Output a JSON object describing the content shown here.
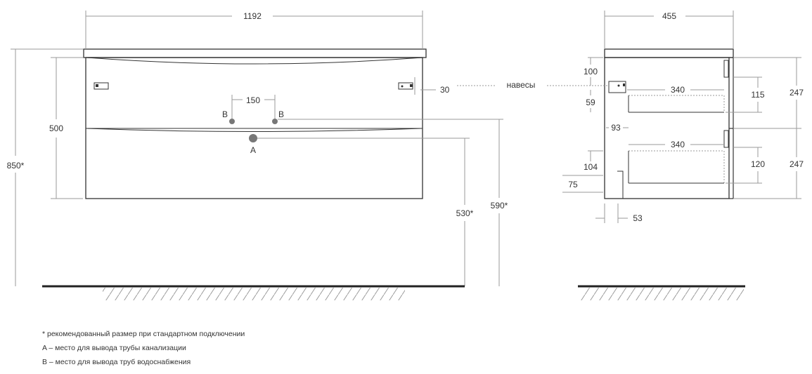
{
  "colors": {
    "line": "#333333",
    "dim_line": "#9a9a9a",
    "dots": "#777777",
    "floor": "#222222",
    "text": "#333333"
  },
  "front_view": {
    "width": "1192",
    "height_body": "500",
    "height_total": "850*",
    "hinge_offset": "30",
    "pipe_spacing": "150",
    "label_b_left": "B",
    "label_b_right": "B",
    "label_a": "A",
    "height_outlet_a": "530*",
    "height_outlet_b": "590*"
  },
  "side_view": {
    "depth": "455",
    "hinge_label": "навесы",
    "dim_100": "100",
    "dim_59": "59",
    "dim_340_top": "340",
    "dim_115": "115",
    "dim_247_top": "247",
    "dim_93": "93",
    "dim_340_bottom": "340",
    "dim_104": "104",
    "dim_120": "120",
    "dim_247_bottom": "247",
    "dim_75": "75",
    "dim_53": "53"
  },
  "notes": {
    "line1": "* рекомендованный размер при стандартном подключении",
    "line2": "A – место для вывода трубы канализации",
    "line3": "B – место для вывода труб водоснабжения"
  }
}
